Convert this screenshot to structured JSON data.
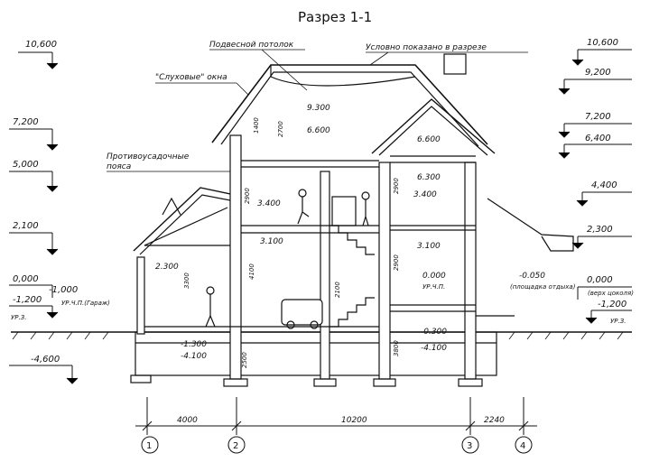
{
  "title": "Разрез 1-1",
  "labels": {
    "suspended_ceiling": "Подвесной потолок",
    "shown_conditionally": "Условно показано в разрезе",
    "dormer_windows": "\"Слуховые\" окна",
    "seismic_belts_1": "Противоусадочные",
    "seismic_belts_2": "пояса",
    "garage_floor": "УР.Ч.П.(Гараж)",
    "clean_floor": "УР.Ч.П.",
    "ground_left": "УР.З.",
    "ground_right": "УР.З.",
    "rest_area": "(площадка отдыха)",
    "plinth_top": "(верх цоколя)"
  },
  "levels_left": [
    "10,600",
    "7,200",
    "5,000",
    "2,100",
    "0,000",
    "-1,000",
    "-1,200",
    "-4,600"
  ],
  "levels_right": [
    "10,600",
    "9,200",
    "7,200",
    "6,400",
    "4,400",
    "2,300",
    "0,000",
    "-1,200"
  ],
  "inner_marks": {
    "m93": "9.300",
    "m66": "6.600",
    "m66b": "6.600",
    "m63": "6.300",
    "m34a": "3.400",
    "m34b": "3.400",
    "m31a": "3.100",
    "m31b": "3.100",
    "m23": "2.300",
    "m000": "0.000",
    "m0050": "-0.050",
    "m13": "-1.300",
    "m41a": "-4.100",
    "m03": "-0.300",
    "m41b": "-4.100"
  },
  "vertical_dims": [
    "2700",
    "1400",
    "2900",
    "3300",
    "4100",
    "2900",
    "2900",
    "2100",
    "2500",
    "3800"
  ],
  "axis_dims": [
    "4000",
    "10200",
    "2240"
  ],
  "axes": [
    "1",
    "2",
    "3",
    "4"
  ]
}
